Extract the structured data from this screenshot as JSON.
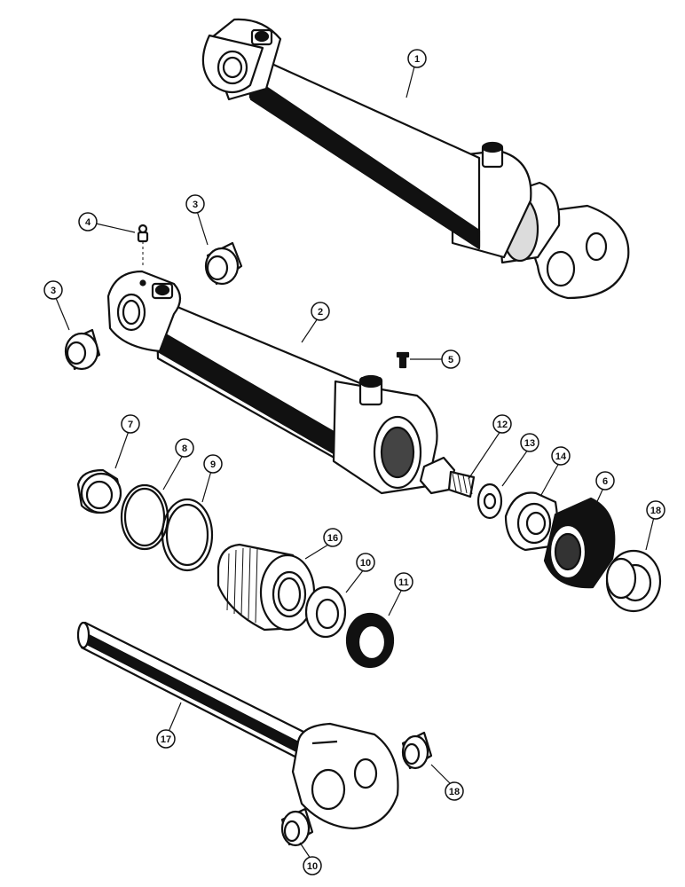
{
  "colors": {
    "ink": "#111111",
    "paper": "#ffffff"
  },
  "callouts": [
    {
      "id": "c1",
      "label": "1"
    },
    {
      "id": "c2",
      "label": "2"
    },
    {
      "id": "c3a",
      "label": "3"
    },
    {
      "id": "c3b",
      "label": "3"
    },
    {
      "id": "c4",
      "label": "4"
    },
    {
      "id": "c5",
      "label": "5"
    },
    {
      "id": "c6a",
      "label": "6"
    },
    {
      "id": "c7",
      "label": "7"
    },
    {
      "id": "c8",
      "label": "8"
    },
    {
      "id": "c9",
      "label": "9"
    },
    {
      "id": "c10a",
      "label": "10"
    },
    {
      "id": "c10b",
      "label": "10"
    },
    {
      "id": "c11",
      "label": "11"
    },
    {
      "id": "c12",
      "label": "12"
    },
    {
      "id": "c13",
      "label": "13"
    },
    {
      "id": "c14",
      "label": "14"
    },
    {
      "id": "c16",
      "label": "16"
    },
    {
      "id": "c17",
      "label": "17"
    },
    {
      "id": "c18a",
      "label": "18"
    },
    {
      "id": "c18b",
      "label": "18"
    }
  ]
}
